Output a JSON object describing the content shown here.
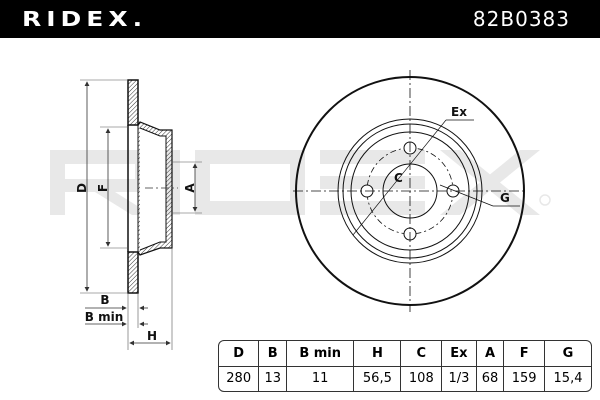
{
  "header": {
    "brand": "RIDEX.",
    "part_number": "82B0383"
  },
  "watermark": "RIDEX",
  "drawing_labels": {
    "D": "D",
    "F": "F",
    "A": "A",
    "B": "B",
    "B_min": "B min",
    "H": "H",
    "C": "C",
    "Ex": "Ex",
    "G": "G"
  },
  "spec_table": {
    "headers": [
      "D",
      "B",
      "B min",
      "H",
      "C",
      "Ex",
      "A",
      "F",
      "G"
    ],
    "values": [
      "280",
      "13",
      "11",
      "56,5",
      "108",
      "1/3",
      "68",
      "159",
      "15,4"
    ]
  }
}
